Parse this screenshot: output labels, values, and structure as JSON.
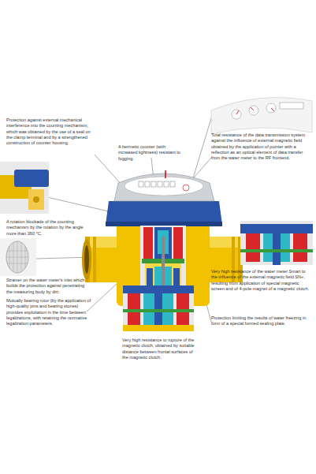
{
  "diagram": {
    "labels": [
      "Protection against external mechanical interference into the counting mechanism, which was obtained by the use of a seal on the clamp terminal and by a strengthened construction of counter housing.",
      "A hermetic counter (with increased tightness) resistant to fogging.",
      "Total resistance of the data transmission system against the influence of external magnetic field obtained by the application of pointer with a reflection as an optical element of data transfer from the water meter to the RF frontend.",
      "A rotation blockade of the counting mechanism by the rotation by the angle more than 360 °C.",
      "Strainer on the water meter's inlet which builds the protection against penetrating the measuring body by dirt.",
      "Very high resistance of the water meter Smart to the influence of the external magnetic field SN+, resulting from application of special magnetic screen and of 4-pole magnet of a magnetic clutch.",
      "Mutually bearing rotor (by the application of high-quality pins and bearing stones) provides exploitation in the time between legalizations, with retaining the normative legalization parameters.",
      "Very high resistance to rupture of the magnetic clutch, obtained by suitable distance between frontal surfaces of the magnetic clutch.",
      "Protection limiting the results of water freezing in form of a special formed sealing plate."
    ]
  }
}
